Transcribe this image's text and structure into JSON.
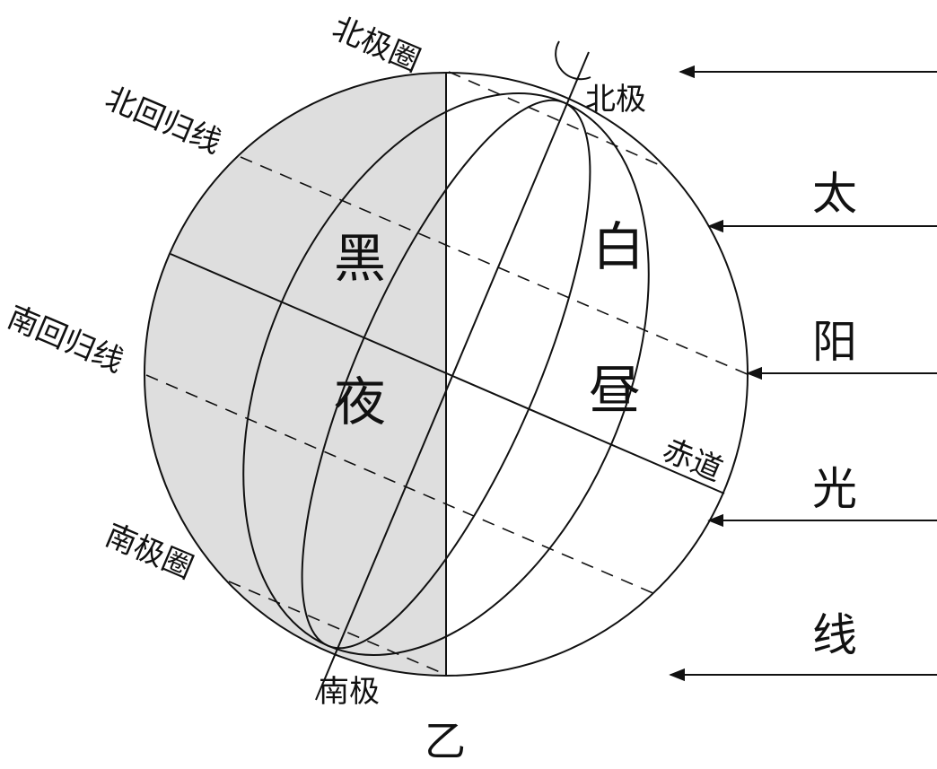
{
  "labels": {
    "arctic_circle": "北极圈",
    "tropic_cancer": "北回归线",
    "tropic_capricorn": "南回归线",
    "antarctic_circle": "南极圈",
    "north_pole": "北极",
    "south_pole": "南极",
    "equator": "赤道",
    "figure_label": "乙"
  },
  "night": {
    "char1": "黑",
    "char2": "夜"
  },
  "day": {
    "char1": "白",
    "char2": "昼"
  },
  "sunlight": {
    "c1": "太",
    "c2": "阳",
    "c3": "光",
    "c4": "线"
  },
  "colors": {
    "night_shade": "#dedede",
    "line": "#111111"
  }
}
